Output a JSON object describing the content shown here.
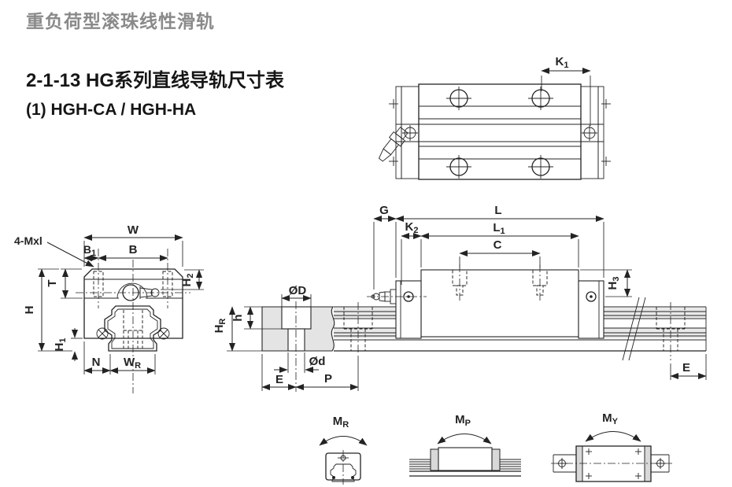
{
  "header": {
    "category": "重负荷型滚珠线性滑轨",
    "section": "2-1-13 HG系列直线导轨尺寸表",
    "variant": "(1) HGH-CA / HGH-HA"
  },
  "drawing": {
    "dims": {
      "k1": {
        "m": "K",
        "s": "1"
      },
      "w": {
        "m": "W",
        "s": ""
      },
      "b1": {
        "m": "B",
        "s": "1"
      },
      "b": {
        "m": "B",
        "s": ""
      },
      "mxl": {
        "m": "4-Mxl",
        "s": ""
      },
      "t": {
        "m": "T",
        "s": ""
      },
      "h": {
        "m": "H",
        "s": ""
      },
      "h1": {
        "m": "H",
        "s": "1"
      },
      "h2": {
        "m": "H",
        "s": "2"
      },
      "n": {
        "m": "N",
        "s": ""
      },
      "wr": {
        "m": "W",
        "s": "R"
      },
      "dbig": {
        "m": "ØD",
        "s": ""
      },
      "hsm": {
        "m": "h",
        "s": ""
      },
      "hr": {
        "m": "H",
        "s": "R"
      },
      "dsm": {
        "m": "Ød",
        "s": ""
      },
      "er": {
        "m": "E",
        "s": ""
      },
      "p": {
        "m": "P",
        "s": ""
      },
      "g": {
        "m": "G",
        "s": ""
      },
      "l": {
        "m": "L",
        "s": ""
      },
      "l1": {
        "m": "L",
        "s": "1"
      },
      "k2": {
        "m": "K",
        "s": "2"
      },
      "c": {
        "m": "C",
        "s": ""
      },
      "h3": {
        "m": "H",
        "s": "3"
      },
      "es": {
        "m": "E",
        "s": ""
      },
      "mr": {
        "m": "M",
        "s": "R"
      },
      "mp": {
        "m": "M",
        "s": "P"
      },
      "my": {
        "m": "M",
        "s": "Y"
      }
    },
    "colors": {
      "line": "#232323",
      "rail_fill": "#e4e4e4",
      "title_gray": "#8a8a8a"
    }
  }
}
